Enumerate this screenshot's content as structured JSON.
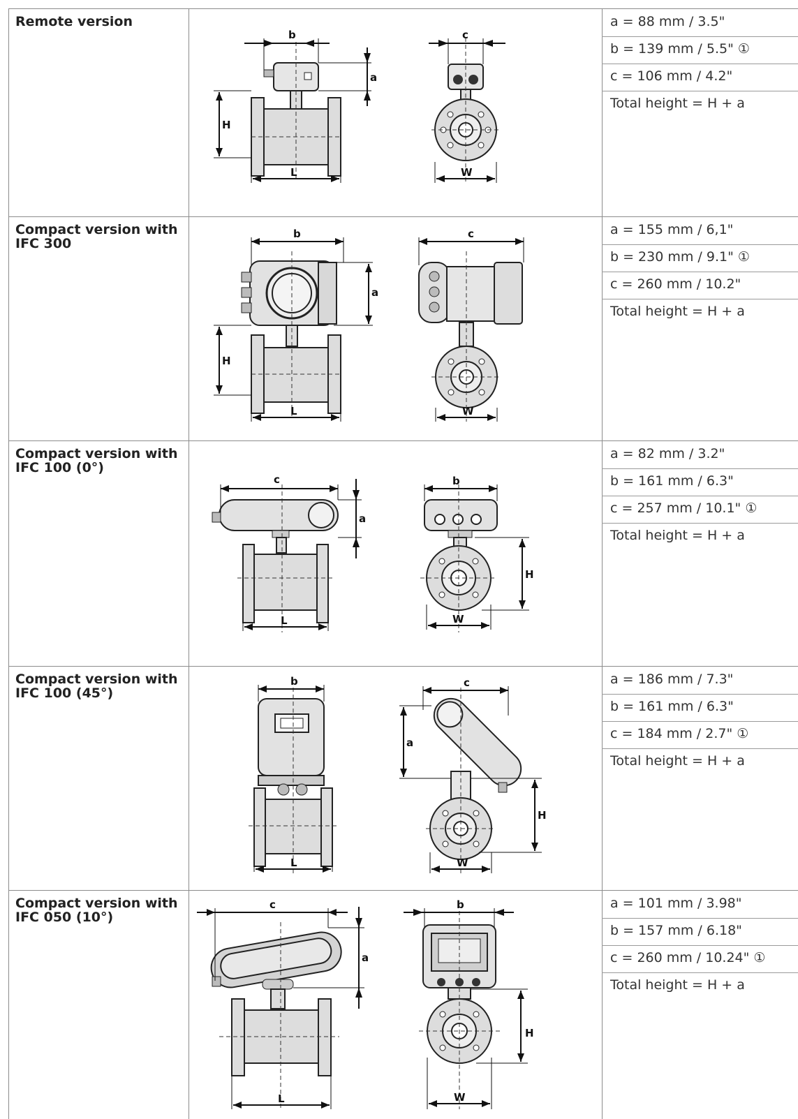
{
  "rows": [
    {
      "label": "Remote version",
      "specs": [
        "a = 88 mm / 3.5\"",
        "b = 139 mm / 5.5\" ①",
        "c = 106 mm / 4.2\"",
        "Total height = H + a"
      ],
      "front_dims": [
        "b",
        "a",
        "H",
        "L"
      ],
      "side_dims": [
        "c",
        "W"
      ]
    },
    {
      "label": "Compact version with\nIFC 300",
      "specs": [
        "a = 155 mm / 6,1\"",
        "b = 230 mm / 9.1\" ①",
        "c = 260 mm / 10.2\"",
        "Total height = H + a"
      ],
      "front_dims": [
        "b",
        "a",
        "H",
        "L"
      ],
      "side_dims": [
        "c",
        "W"
      ]
    },
    {
      "label": "Compact version with\nIFC 100 (0°)",
      "specs": [
        "a = 82 mm / 3.2\"",
        "b = 161 mm / 6.3\"",
        "c = 257 mm / 10.1\" ①",
        "Total height = H + a"
      ],
      "front_dims": [
        "c",
        "a",
        "L"
      ],
      "side_dims": [
        "b",
        "H",
        "W"
      ]
    },
    {
      "label": "Compact version with\nIFC 100 (45°)",
      "specs": [
        "a = 186 mm / 7.3\"",
        "b = 161 mm / 6.3\"",
        "c = 184 mm / 2.7\" ①",
        "Total height = H + a"
      ],
      "front_dims": [
        "b",
        "L"
      ],
      "side_dims": [
        "c",
        "a",
        "H",
        "W"
      ]
    },
    {
      "label": "Compact version with\nIFC 050 (10°)",
      "specs": [
        "a = 101 mm / 3.98\"",
        "b = 157 mm / 6.18\"",
        "c = 260 mm / 10.24\" ①",
        "Total height = H + a"
      ],
      "front_dims": [
        "c",
        "a",
        "L"
      ],
      "side_dims": [
        "b",
        "H",
        "W"
      ]
    }
  ]
}
